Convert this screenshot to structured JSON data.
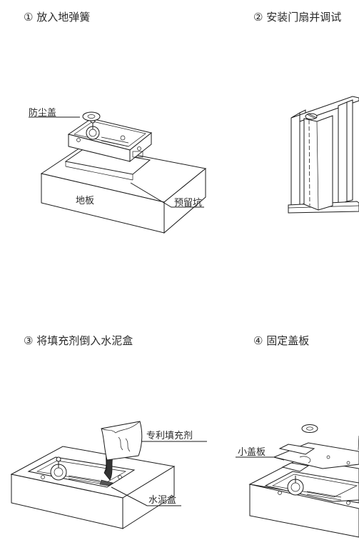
{
  "steps": [
    {
      "number": "①",
      "title": "放入地弹簧"
    },
    {
      "number": "②",
      "title": "安装门扇并调试"
    },
    {
      "number": "③",
      "title": "将填充剂倒入水泥盒"
    },
    {
      "number": "④",
      "title": "固定盖板"
    }
  ],
  "step1": {
    "dust_cover": "防尘盖",
    "floor": "地板",
    "reserved_pit": "预留坑"
  },
  "step3": {
    "filler": "专利填充剂",
    "cement_box": "水泥盒"
  },
  "step4": {
    "small_cover": "小盖板"
  }
}
